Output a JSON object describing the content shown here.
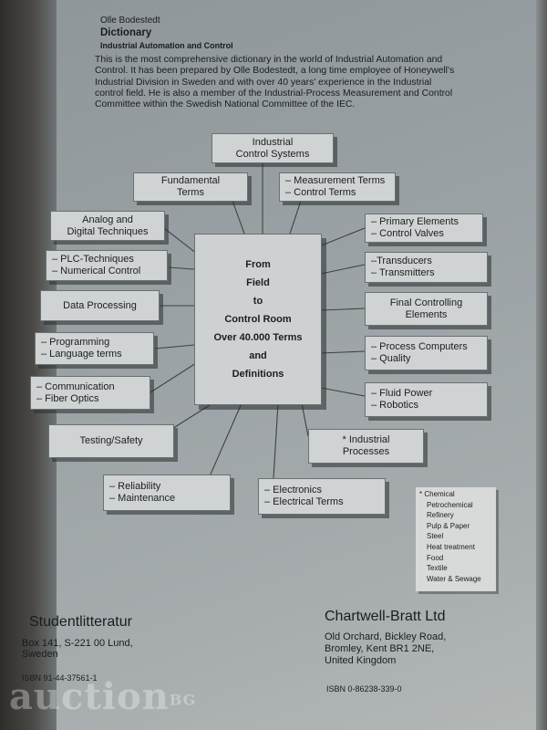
{
  "header": {
    "author": "Olle Bodestedt",
    "title": "Dictionary",
    "subtitle": "Industrial Automation and Control",
    "description": "This is the most comprehensive dictionary in the world of Industrial Automation and Control. It has been prepared by Olle Bodestedt, a long time employee of Honeywell's Industrial Division in Sweden and with over 40 years' experience in the Industrial control field. He is also a member of the Industrial-Process Measurement and Control Committee within the Swedish National Committee of the IEC."
  },
  "diagram": {
    "center_lines": [
      "From",
      "Field",
      "to",
      "Control Room",
      "Over 40.000 Terms",
      "and",
      "Definitions"
    ],
    "boxes": {
      "industrial_control_systems": [
        "Industrial",
        "Control Systems"
      ],
      "fundamental_terms": [
        "Fundamental",
        "Terms"
      ],
      "measurement_terms": [
        "– Measurement Terms",
        "– Control Terms"
      ],
      "analog_digital": [
        "Analog and",
        "Digital Techniques"
      ],
      "plc_techniques": [
        "– PLC-Techniques",
        "– Numerical Control"
      ],
      "data_processing": [
        "Data Processing"
      ],
      "programming": [
        "– Programming",
        "– Language terms"
      ],
      "communication": [
        "– Communication",
        "– Fiber Optics"
      ],
      "testing_safety": [
        "Testing/Safety"
      ],
      "reliability": [
        "– Reliability",
        "– Maintenance"
      ],
      "electronics": [
        "– Electronics",
        "– Electrical Terms"
      ],
      "industrial_processes": [
        "* Industrial",
        "Processes"
      ],
      "fluid_power": [
        "– Fluid Power",
        "– Robotics"
      ],
      "process_computers": [
        "– Process Computers",
        "– Quality"
      ],
      "final_controlling": [
        "Final Controlling",
        "Elements"
      ],
      "transducers": [
        "–Transducers",
        "– Transmitters"
      ],
      "primary_elements": [
        "– Primary Elements",
        "– Control Valves"
      ]
    },
    "footnote": [
      "* Chemical",
      "Petrochemical",
      "Refinery",
      "Pulp & Paper",
      "Steel",
      "Heat treatment",
      "Food",
      "Textile",
      "Water & Sewage"
    ]
  },
  "footer": {
    "left": {
      "publisher": "Studentlitteratur",
      "address": [
        "Box 141, S-221 00 Lund,",
        "Sweden"
      ],
      "isbn": "ISBN 91-44-37561-1"
    },
    "right": {
      "publisher": "Chartwell-Bratt Ltd",
      "address": [
        "Old Orchard, Bickley Road,",
        "Bromley, Kent BR1 2NE,",
        "United Kingdom"
      ],
      "isbn": "ISBN 0-86238-339-0"
    }
  },
  "watermark": {
    "text": "auction",
    "suffix": "BG"
  },
  "colors": {
    "cover": "#9aa1a4",
    "box_fill": "#cfd3d3",
    "text": "#1a1c1d"
  }
}
